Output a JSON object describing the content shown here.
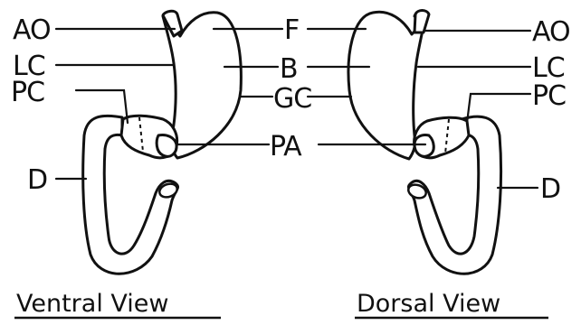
{
  "labels": {
    "ao_left": "AO",
    "lc_left": "LC",
    "pc_left": "PC",
    "d_left": "D",
    "f": "F",
    "b": "B",
    "gc": "GC",
    "pa": "PA",
    "ao_right": "AO",
    "lc_right": "LC",
    "pc_right": "PC",
    "d_right": "D"
  },
  "captions": {
    "ventral": "Ventral View",
    "dorsal": "Dorsal View"
  }
}
